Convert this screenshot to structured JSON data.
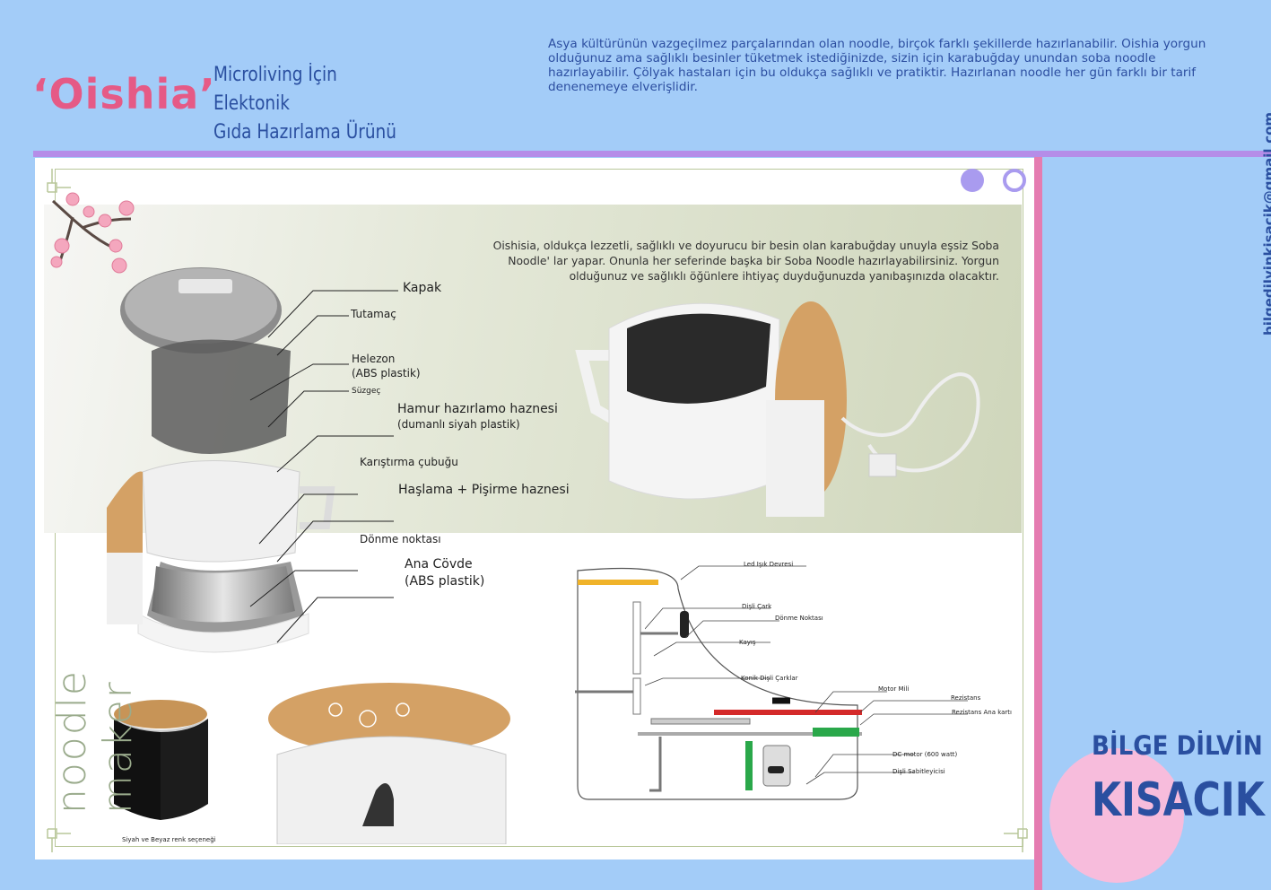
{
  "header": {
    "brand": "‘Oishia’",
    "subtitle_line1": "Microliving İçin Elektonik",
    "subtitle_line2": "Gıda Hazırlama Ürünü",
    "intro": "Asya kültürünün vazgeçilmez parçalarından olan noodle, birçok farklı şekillerde hazırlanabilir. Oishia yorgun olduğunuz ama sağlıklı besinler tüketmek istediğinizde, sizin için karabuğday unundan soba noodle hazırlayabilir. Çölyak hastaları için bu oldukça sağlıklı ve pratiktir. Hazırlanan noodle her gün farklı bir tarif denenemeye elverişlidir."
  },
  "sheet": {
    "description": "Oishisia, oldukça lezzetli, sağlıklı ve doyurucu bir besin olan karabuğday unuyla eşsiz Soba Noodle' lar yapar. Onunla her seferinde başka bir Soba Noodle hazırlayabilirsiniz. Yorgun olduğunuz ve sağlıklı öğünlere ihtiyaç duyduğunuzda yanıbaşınızda olacaktır.",
    "vertical_text": "noodle maker",
    "exploded_labels": {
      "kapak": "Kapak",
      "tutamac": "Tutamaç",
      "helezon": "Helezon",
      "helezon_sub": "(ABS plastik)",
      "suzgec": "Süzgeç",
      "hamur": "Hamur hazırlamo haznesi",
      "hamur_sub": "(dumanlı siyah plastik)",
      "karistirma": "Karıştırma çubuğu",
      "haslama": "Haşlama + Pişirme haznesi",
      "donme": "Dönme noktası",
      "ana": "Ana Cövde",
      "ana_sub": "(ABS plastik)"
    },
    "color_caption": "Siyah ve Beyaz renk seçeneği",
    "diagram_labels": {
      "led": "Led Işık Devresi",
      "disli_cark": "Dişli Çark",
      "donme": "Dönme Noktası",
      "kayis": "Kayış",
      "konik": "Konik Dişli Çarklar",
      "motor_mili": "Motor Mili",
      "rezistans": "Rezistans",
      "rezistans_ana": "Rezistans Ana kartı",
      "dc_motor": "DC motor (600 watt)",
      "disli_sabit": "Dişli Sabitleyicisi"
    }
  },
  "sidebar": {
    "email": "bilgedilvinkisacik@gmail.com",
    "name_line1": "BİLGE DİLVİN",
    "name_line2": "KISACIK"
  },
  "colors": {
    "background": "#a3ccf8",
    "brand_pink": "#e55a86",
    "title_blue": "#2a4fa0",
    "accent_purple": "#b58de8",
    "accent_pink": "#e57cb1",
    "circle_pink": "#f7bcdc",
    "wood": "#d4a165"
  }
}
